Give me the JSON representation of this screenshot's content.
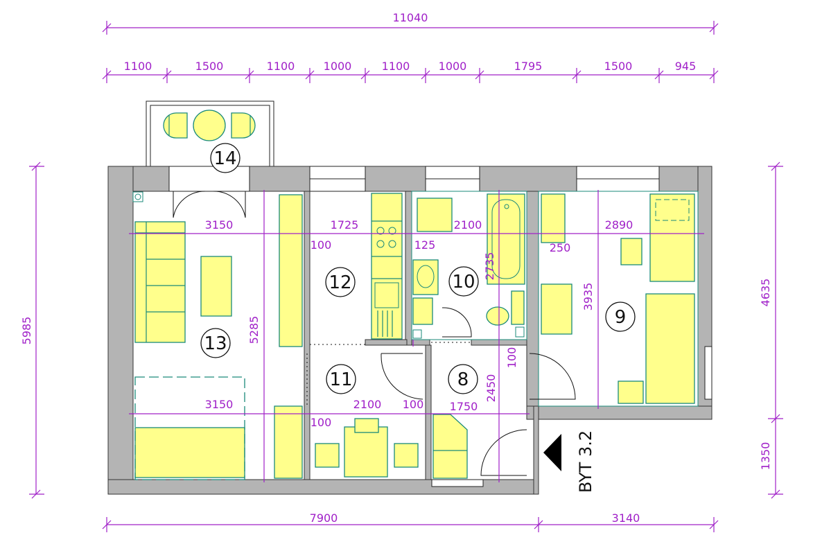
{
  "dimensions": {
    "top_total": "11040",
    "top_segments": [
      "1100",
      "1500",
      "1100",
      "1000",
      "1100",
      "1000",
      "1795",
      "1500",
      "945"
    ],
    "bottom_left": "7900",
    "bottom_right": "3140",
    "left_total": "5985",
    "right_upper": "4635",
    "right_lower": "1350",
    "inner": {
      "room13_width_top": "3150",
      "room13_width_bottom": "3150",
      "room13_height": "5285",
      "room12_width": "1725",
      "room10_width": "2100",
      "room9_width": "2890",
      "room9_height": "3935",
      "wall_100_a": "100",
      "wall_125": "125",
      "wall_250": "250",
      "bath_2735": "2735",
      "room11_width": "2100",
      "wall_100_b": "100",
      "wall_100_c": "100",
      "room8_width": "1750",
      "room8_height": "2450",
      "wall_100_d": "100"
    }
  },
  "rooms": [
    "14",
    "13",
    "12",
    "11",
    "10",
    "9",
    "8"
  ],
  "apartment_label": "BYT 3.2",
  "colors": {
    "dimension": "#a020c8",
    "wall": "#b4b4b4",
    "furniture_fill": "#ffff8c",
    "furniture_stroke": "#1a8a7a"
  }
}
